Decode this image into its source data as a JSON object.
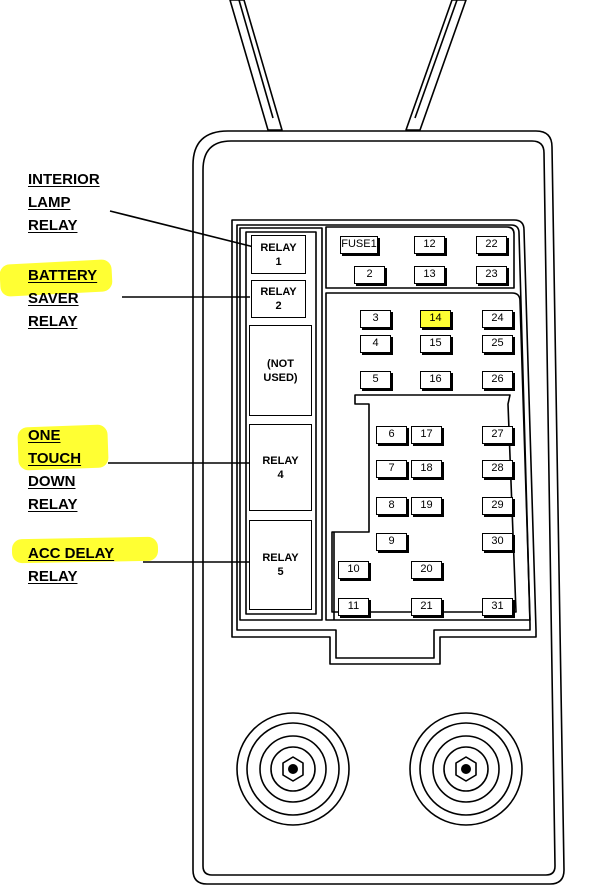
{
  "labels": {
    "interior": [
      "INTERIOR",
      "LAMP",
      "RELAY"
    ],
    "battery": [
      "BATTERY",
      "SAVER",
      "RELAY"
    ],
    "one_touch": [
      "ONE",
      "TOUCH",
      "DOWN",
      "RELAY"
    ],
    "acc": [
      "ACC DELAY",
      "RELAY"
    ]
  },
  "relays": {
    "r1": [
      "RELAY",
      "1"
    ],
    "r2": [
      "RELAY",
      "2"
    ],
    "not_used": [
      "(NOT",
      "USED)"
    ],
    "r4": [
      "RELAY",
      "4"
    ],
    "r5": [
      "RELAY",
      "5"
    ]
  },
  "fuses": [
    "FUSE1",
    "2",
    "3",
    "4",
    "5",
    "6",
    "7",
    "8",
    "9",
    "10",
    "11",
    "12",
    "13",
    "14",
    "15",
    "16",
    "17",
    "18",
    "19",
    "20",
    "21",
    "22",
    "23",
    "24",
    "25",
    "26",
    "27",
    "28",
    "29",
    "30",
    "31"
  ],
  "colors": {
    "highlight": "#ffff33",
    "ink": "#000000",
    "background": "#ffffff"
  }
}
